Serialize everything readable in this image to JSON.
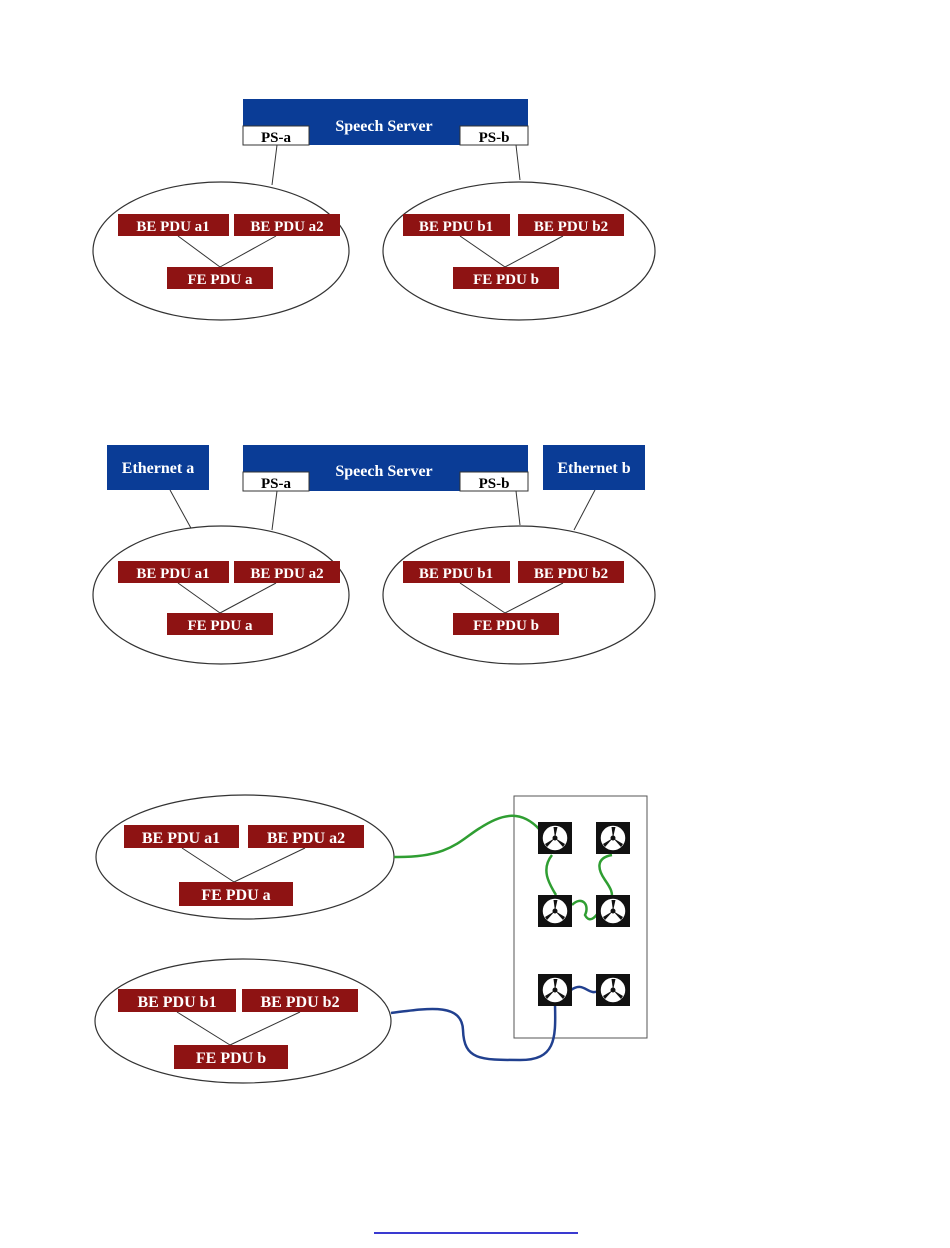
{
  "colors": {
    "server_blue": "#0a3c96",
    "pdu_red": "#8e1313",
    "green_cable": "#2f9e32",
    "blue_cable": "#21408f",
    "outline": "#333333"
  },
  "diagram1": {
    "server": {
      "label": "Speech Server",
      "ps_a": "PS-a",
      "ps_b": "PS-b"
    },
    "group_a": {
      "be1": "BE PDU a1",
      "be2": "BE PDU a2",
      "fe": "FE PDU a"
    },
    "group_b": {
      "be1": "BE PDU b1",
      "be2": "BE PDU b2",
      "fe": "FE PDU b"
    }
  },
  "diagram2": {
    "ethernet_a": "Ethernet a",
    "ethernet_b": "Ethernet b",
    "server": {
      "label": "Speech Server",
      "ps_a": "PS-a",
      "ps_b": "PS-b"
    },
    "group_a": {
      "be1": "BE PDU a1",
      "be2": "BE PDU a2",
      "fe": "FE PDU a"
    },
    "group_b": {
      "be1": "BE PDU b1",
      "be2": "BE PDU b2",
      "fe": "FE PDU b"
    }
  },
  "diagram3": {
    "group_a": {
      "be1": "BE PDU a1",
      "be2": "BE PDU a2",
      "fe": "FE PDU a"
    },
    "group_b": {
      "be1": "BE PDU b1",
      "be2": "BE PDU b2",
      "fe": "FE PDU b"
    },
    "fans": [
      "fan-icon",
      "fan-icon",
      "fan-icon",
      "fan-icon",
      "fan-icon",
      "fan-icon"
    ]
  }
}
